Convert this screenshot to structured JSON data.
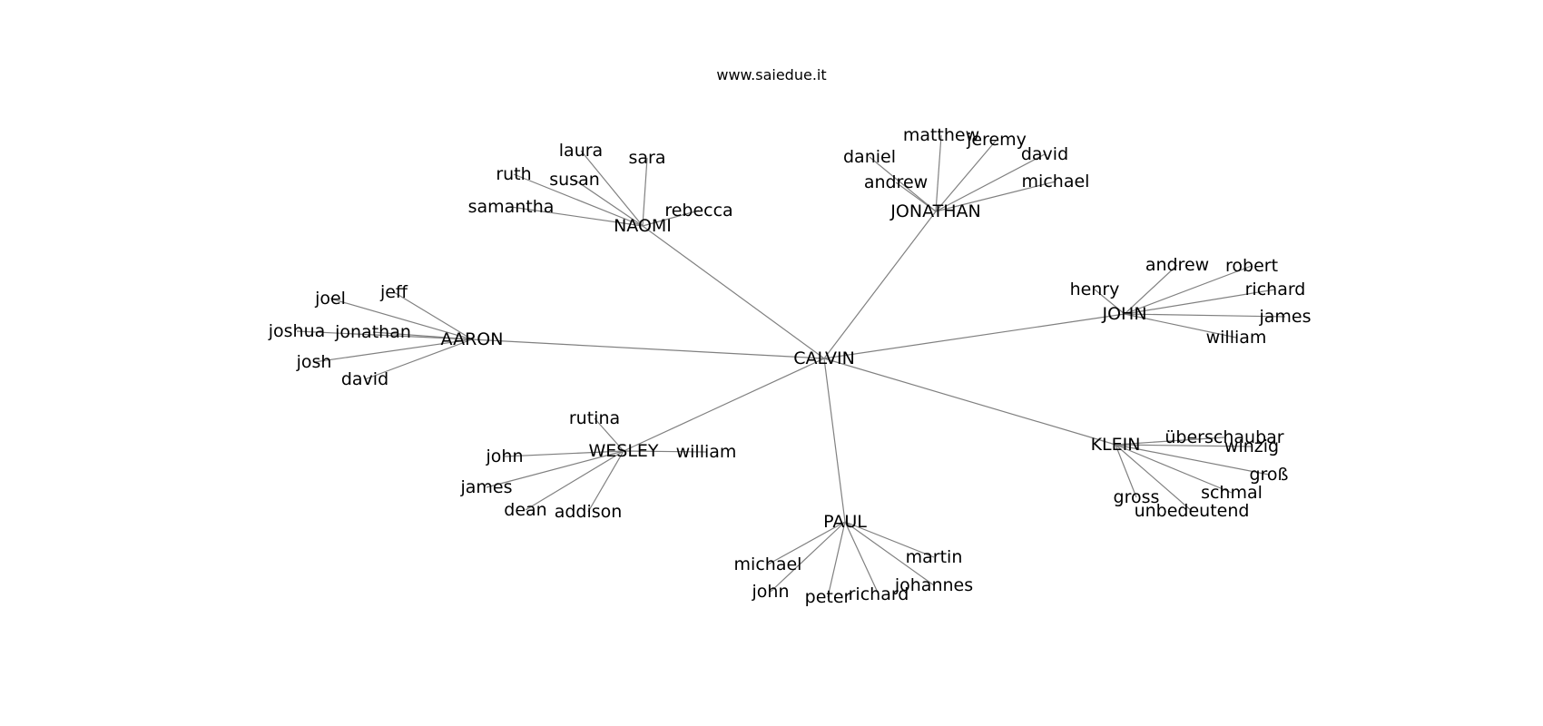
{
  "header": {
    "site": "www.saiedue.it"
  },
  "graph": {
    "root": "CALVIN",
    "groups": [
      {
        "id": "naomi",
        "name": "NAOMI",
        "leaves": [
          "laura",
          "sara",
          "ruth",
          "susan",
          "samantha",
          "rebecca"
        ]
      },
      {
        "id": "jonathan",
        "name": "JONATHAN",
        "leaves": [
          "matthew",
          "jeremy",
          "daniel",
          "david",
          "andrew",
          "michael"
        ]
      },
      {
        "id": "john",
        "name": "JOHN",
        "leaves": [
          "andrew",
          "robert",
          "henry",
          "richard",
          "james",
          "william"
        ]
      },
      {
        "id": "aaron",
        "name": "AARON",
        "leaves": [
          "joel",
          "jeff",
          "joshua",
          "jonathan",
          "josh",
          "david"
        ]
      },
      {
        "id": "wesley",
        "name": "WESLEY",
        "leaves": [
          "rutina",
          "john",
          "william",
          "james",
          "dean",
          "addison"
        ]
      },
      {
        "id": "klein",
        "name": "KLEIN",
        "leaves": [
          "überschaubar",
          "winzig",
          "groß",
          "gross",
          "schmal",
          "unbedeutend"
        ]
      },
      {
        "id": "paul",
        "name": "PAUL",
        "leaves": [
          "martin",
          "michael",
          "johannes",
          "john",
          "peter",
          "richard"
        ]
      }
    ]
  }
}
